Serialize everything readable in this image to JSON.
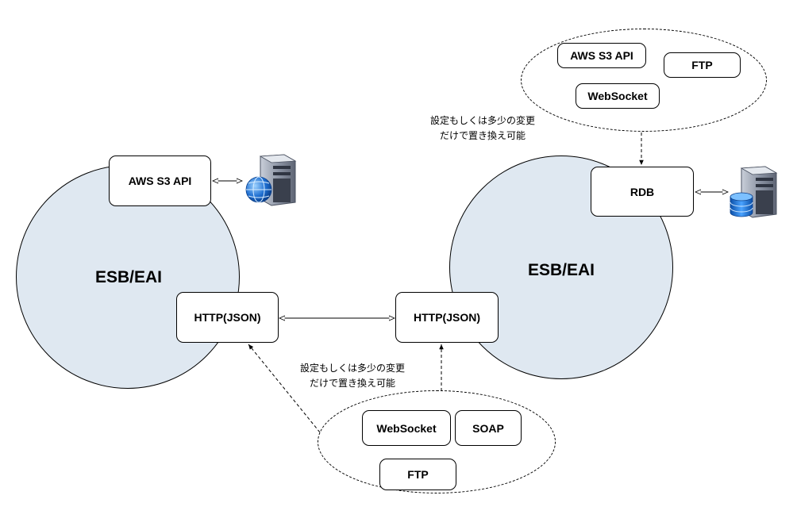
{
  "left_system": {
    "label": "ESB/EAI",
    "boxes": {
      "aws": "AWS S3 API",
      "http": "HTTP(JSON)"
    }
  },
  "right_system": {
    "label": "ESB/EAI",
    "boxes": {
      "rdb": "RDB",
      "http": "HTTP(JSON)"
    }
  },
  "top_cloud": {
    "boxes": {
      "aws": "AWS S3 API",
      "ftp": "FTP",
      "websocket": "WebSocket"
    }
  },
  "bottom_cloud": {
    "boxes": {
      "websocket": "WebSocket",
      "soap": "SOAP",
      "ftp": "FTP"
    }
  },
  "notes": {
    "top": {
      "line1": "設定もしくは多少の変更",
      "line2": "だけで置き換え可能"
    },
    "bottom": {
      "line1": "設定もしくは多少の変更",
      "line2": "だけで置き換え可能"
    }
  },
  "icons": {
    "left": "web-server-globe-icon",
    "right": "database-server-icon"
  },
  "colors": {
    "system_fill": "#dfe8f1",
    "stroke": "#000000"
  }
}
